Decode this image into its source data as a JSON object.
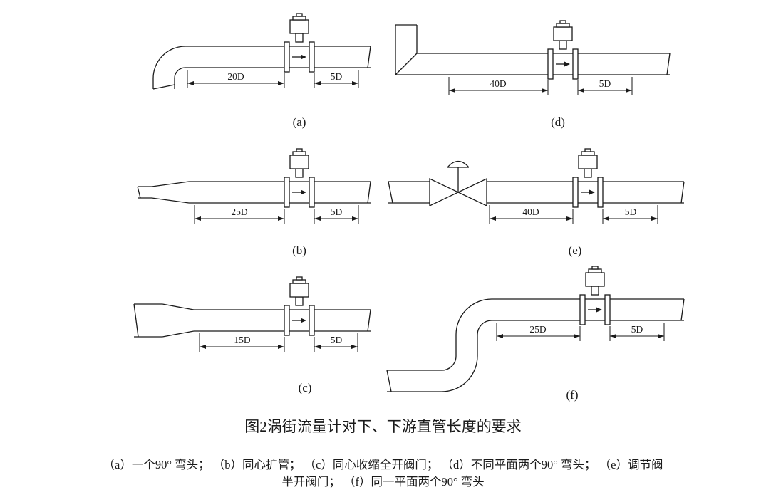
{
  "figure": {
    "title": "图2涡街流量计对下、下游直管长度的要求",
    "caption_line1": "（a）一个90° 弯头； （b）同心扩管； （c）同心收缩全开阀门； （d）不同平面两个90° 弯头； （e）调节阀",
    "caption_line2": "半开阀门； （f）同一平面两个90° 弯头"
  },
  "diagrams": {
    "a": {
      "label": "(a)",
      "upstream": "20D",
      "downstream": "5D"
    },
    "b": {
      "label": "(b)",
      "upstream": "25D",
      "downstream": "5D"
    },
    "c": {
      "label": "(c)",
      "upstream": "15D",
      "downstream": "5D"
    },
    "d": {
      "label": "(d)",
      "upstream": "40D",
      "downstream": "5D"
    },
    "e": {
      "label": "(e)",
      "upstream": "40D",
      "downstream": "5D"
    },
    "f": {
      "label": "(f)",
      "upstream": "25D",
      "downstream": "5D"
    }
  }
}
